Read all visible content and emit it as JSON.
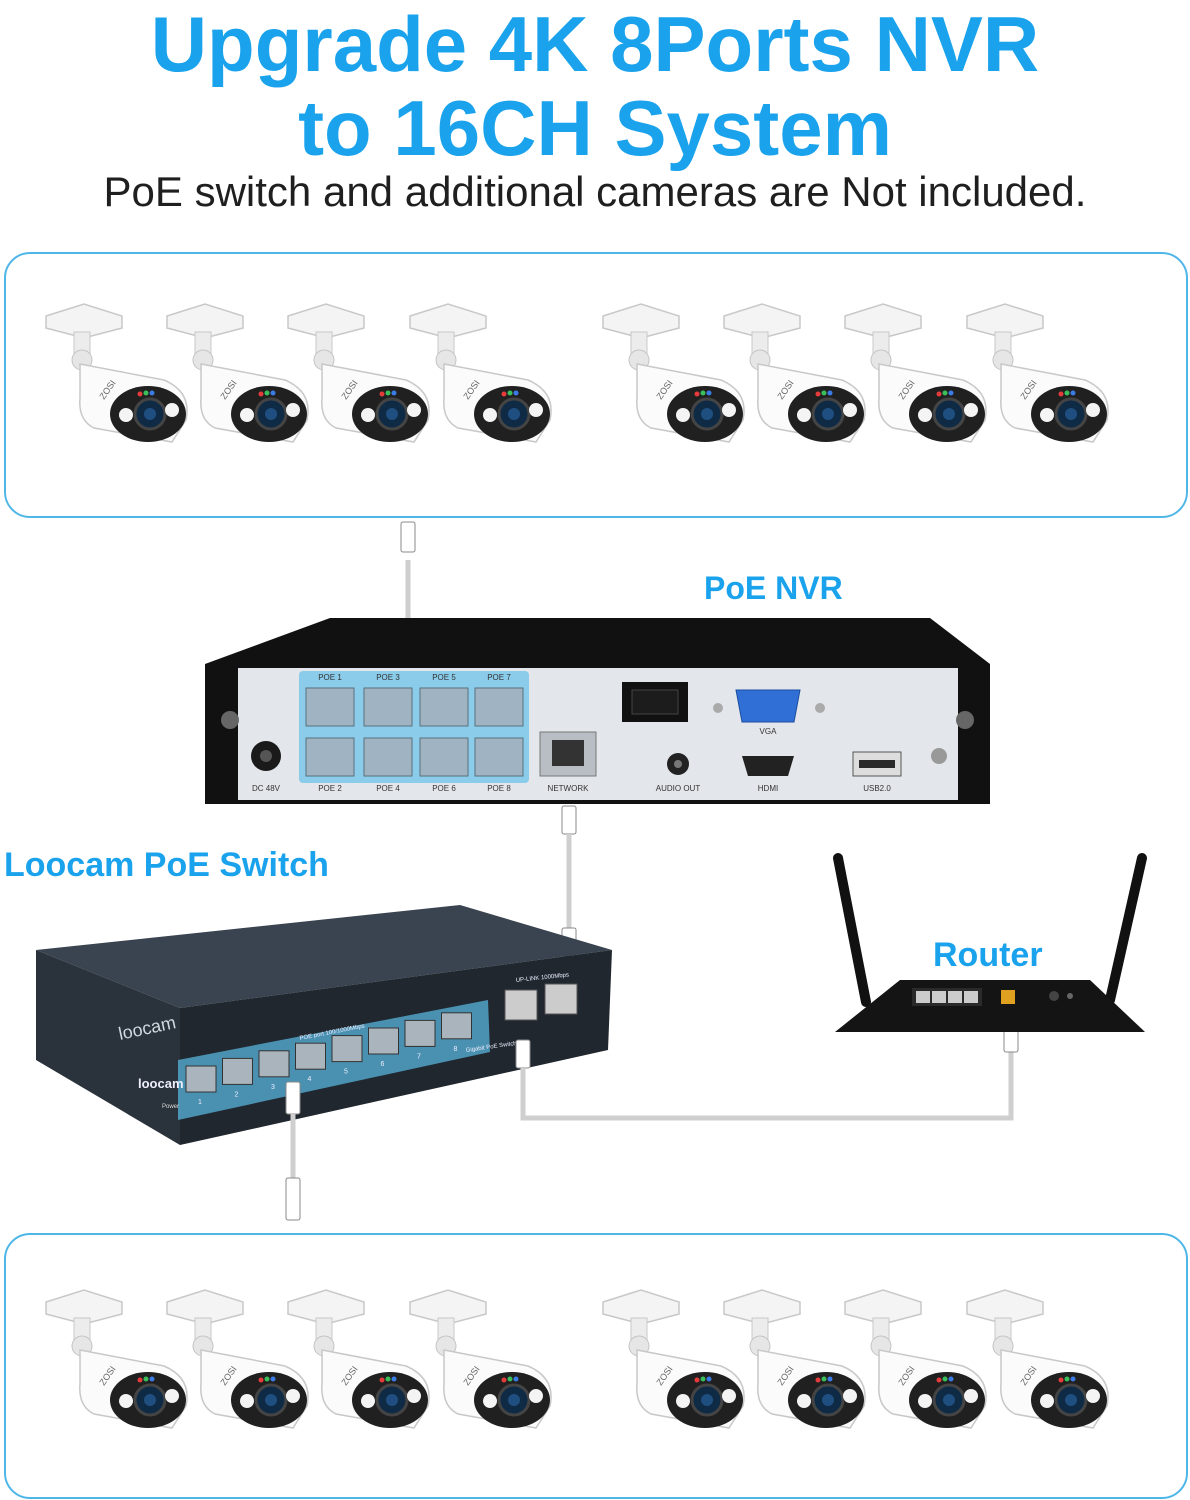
{
  "header": {
    "title_line1": "Upgrade 4K 8Ports NVR",
    "title_line2": "to 16CH System",
    "subtitle": "PoE switch and additional cameras are Not included."
  },
  "labels": {
    "nvr": "PoE NVR",
    "switch": "Loocam PoE Switch",
    "router": "Router"
  },
  "nvr_panel": {
    "ports_top": [
      "POE 1",
      "POE 3",
      "POE 5",
      "POE 7"
    ],
    "ports_bottom": [
      "POE 2",
      "POE 4",
      "POE 6",
      "POE 8"
    ],
    "dc": "DC 48V",
    "network": "NETWORK",
    "audio": "AUDIO OUT",
    "hdmi": "HDMI",
    "vga": "VGA",
    "usb": "USB2.0"
  },
  "switch_panel": {
    "brand": "loocam",
    "brand_front": "loocam",
    "poe_ports_label": "POE port 100/1000Mbps",
    "uplink_label": "UP-LINK 1000Mbps",
    "gigabit_label": "Gigabit PoE Switch",
    "power": "Power",
    "port_numbers": [
      "1",
      "2",
      "3",
      "4",
      "5",
      "6",
      "7",
      "8"
    ]
  },
  "camera": {
    "brand": "ZOSI",
    "count_top": 8,
    "count_bottom": 8
  },
  "colors": {
    "accent": "#1aa3ec",
    "panel_border": "#4fb6e8",
    "port_highlight": "#5dbfe8",
    "vga": "#2f6fd6"
  }
}
